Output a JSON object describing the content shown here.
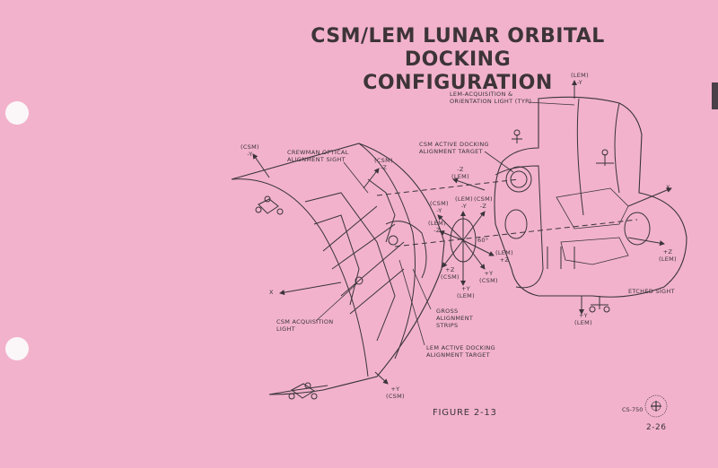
{
  "page": {
    "title_line1": "CSM/LEM LUNAR ORBITAL",
    "title_line2": "DOCKING CONFIGURATION",
    "figure_caption": "FIGURE 2-13",
    "doc_code": "CS-750",
    "page_number": "2-26",
    "colors": {
      "paper": "#f2b2cc",
      "ink": "#3a3438",
      "punch_hole": "#fbf7f9",
      "edge_tab": "#4a4048"
    }
  },
  "callouts": {
    "lem_acq_light": "LEM-ACQUISITION &\nORIENTATION LIGHT (TYP)",
    "crewman_sight": "CREWMAN OPTICAL\nALIGNMENT SIGHT",
    "csm_active_target": "CSM ACTIVE DOCKING\nALIGNMENT TARGET",
    "csm_acq_light": "CSM ACQUISITION\nLIGHT",
    "gross_strips": "GROSS\nALIGNMENT\nSTRIPS",
    "lem_active_target": "LEM ACTIVE DOCKING\nALIGNMENT TARGET",
    "etched_sight": "ETCHED SIGHT"
  },
  "axes": {
    "lem_minus_y_top": "(LEM)\n-Y",
    "csm_minus_y_left": "(CSM)\n-Y",
    "csm_minus_z_top": "(CSM)\n-Z",
    "lem_minus_z": "-Z\n(LEM)",
    "csm_minus_y_center": "(CSM)\n-Y",
    "lem_minus_y_center": "(LEM)\n-Y",
    "csm_minus_z_center": "(CSM)\n-Z",
    "lem_minus_z_center": "(LEM)\n-Z",
    "angle": "60°",
    "lem_plus_z_center": "(LEM)\n+Z",
    "csm_plus_z_center": "+Z\n(CSM)",
    "csm_plus_y_center": "+Y\n(CSM)",
    "lem_plus_y_center": "+Y\n(LEM)",
    "x_right": "X",
    "lem_plus_z_right": "+Z\n(LEM)",
    "lem_plus_y_bottom": "+Y\n(LEM)",
    "x_left": "X",
    "csm_plus_y_bottom": "+Y\n(CSM)"
  }
}
